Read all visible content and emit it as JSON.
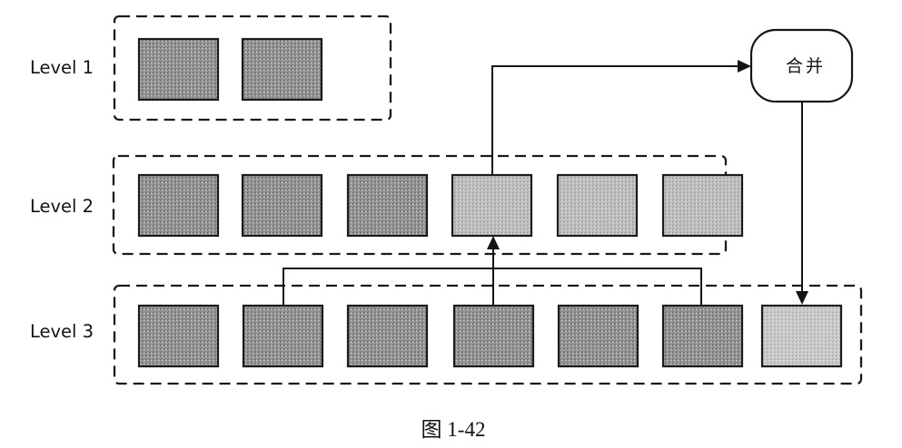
{
  "diagram": {
    "caption": "图 1-42",
    "merge_node": {
      "label": "合并"
    },
    "levels": [
      {
        "label": "Level 1",
        "boxes": [
          {
            "shade": "dark"
          },
          {
            "shade": "dark"
          }
        ]
      },
      {
        "label": "Level 2",
        "boxes": [
          {
            "shade": "dark"
          },
          {
            "shade": "dark"
          },
          {
            "shade": "dark"
          },
          {
            "shade": "light"
          },
          {
            "shade": "light"
          },
          {
            "shade": "light"
          }
        ]
      },
      {
        "label": "Level 3",
        "boxes": [
          {
            "shade": "dark"
          },
          {
            "shade": "dark"
          },
          {
            "shade": "dark"
          },
          {
            "shade": "dark"
          },
          {
            "shade": "dark"
          },
          {
            "shade": "dark"
          },
          {
            "shade": "lighter"
          }
        ]
      }
    ],
    "connections": [
      {
        "from": "level-2-box-4",
        "to": "merge-node",
        "arrow": true
      },
      {
        "from": "merge-node",
        "to": "level-3-box-7",
        "arrow": true
      },
      {
        "from": "level-3-box-2",
        "to": "level-2-box-4",
        "arrow": true
      },
      {
        "from": "level-3-box-4",
        "to": "level-2-box-4",
        "arrow": true
      },
      {
        "from": "level-3-box-6",
        "to": "level-2-box-4",
        "arrow": true
      }
    ]
  },
  "colors": {
    "line": "#141414",
    "background": "#ffffff",
    "box_dark": "#9b9b9b",
    "box_light": "#c2c2c2",
    "box_lighter": "#cbcbcb"
  }
}
